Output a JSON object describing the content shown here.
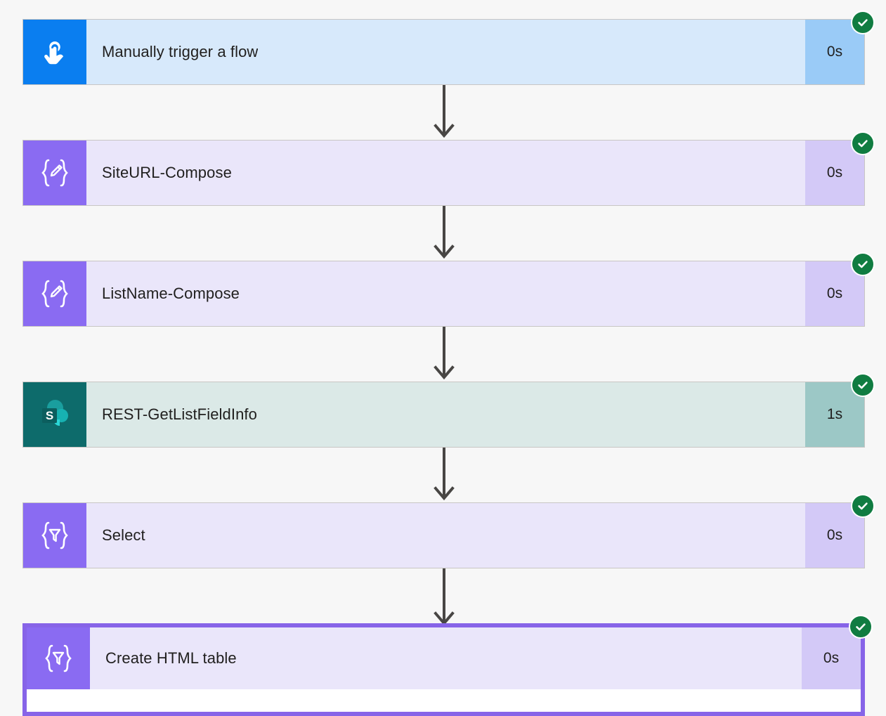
{
  "canvas": {
    "background_color": "#f7f7f7",
    "status_color": "#107c41",
    "connector_color": "#484644",
    "selected_border_color": "#8764e8"
  },
  "flow": {
    "steps": [
      {
        "title": "Manually trigger a flow",
        "duration": "0s",
        "status": "succeeded",
        "icon": "tap-hand-icon",
        "theme": "trigger",
        "selected": false,
        "colors": {
          "icon_bg": "#0a7ef0",
          "body_bg": "#d7e9fb",
          "duration_bg": "#9acbf7"
        }
      },
      {
        "title": "SiteURL-Compose",
        "duration": "0s",
        "status": "succeeded",
        "icon": "compose-pencil-braces-icon",
        "theme": "compose",
        "selected": false,
        "colors": {
          "icon_bg": "#8a6bf2",
          "body_bg": "#eae6fa",
          "duration_bg": "#d3c9f7"
        }
      },
      {
        "title": "ListName-Compose",
        "duration": "0s",
        "status": "succeeded",
        "icon": "compose-pencil-braces-icon",
        "theme": "compose",
        "selected": false,
        "colors": {
          "icon_bg": "#8a6bf2",
          "body_bg": "#eae6fa",
          "duration_bg": "#d3c9f7"
        }
      },
      {
        "title": "REST-GetListFieldInfo",
        "duration": "1s",
        "status": "succeeded",
        "icon": "sharepoint-icon",
        "theme": "sharepoint",
        "selected": false,
        "colors": {
          "icon_bg": "#0d6b6b",
          "body_bg": "#dbe9e7",
          "duration_bg": "#9cc8c6"
        }
      },
      {
        "title": "Select",
        "duration": "0s",
        "status": "succeeded",
        "icon": "select-funnel-braces-icon",
        "theme": "compose",
        "selected": false,
        "colors": {
          "icon_bg": "#8a6bf2",
          "body_bg": "#eae6fa",
          "duration_bg": "#d3c9f7"
        }
      },
      {
        "title": "Create HTML table",
        "duration": "0s",
        "status": "succeeded",
        "icon": "select-funnel-braces-icon",
        "theme": "compose",
        "selected": true,
        "colors": {
          "icon_bg": "#8a6bf2",
          "body_bg": "#eae6fa",
          "duration_bg": "#d3c9f7"
        }
      }
    ],
    "connector_count": 5
  }
}
